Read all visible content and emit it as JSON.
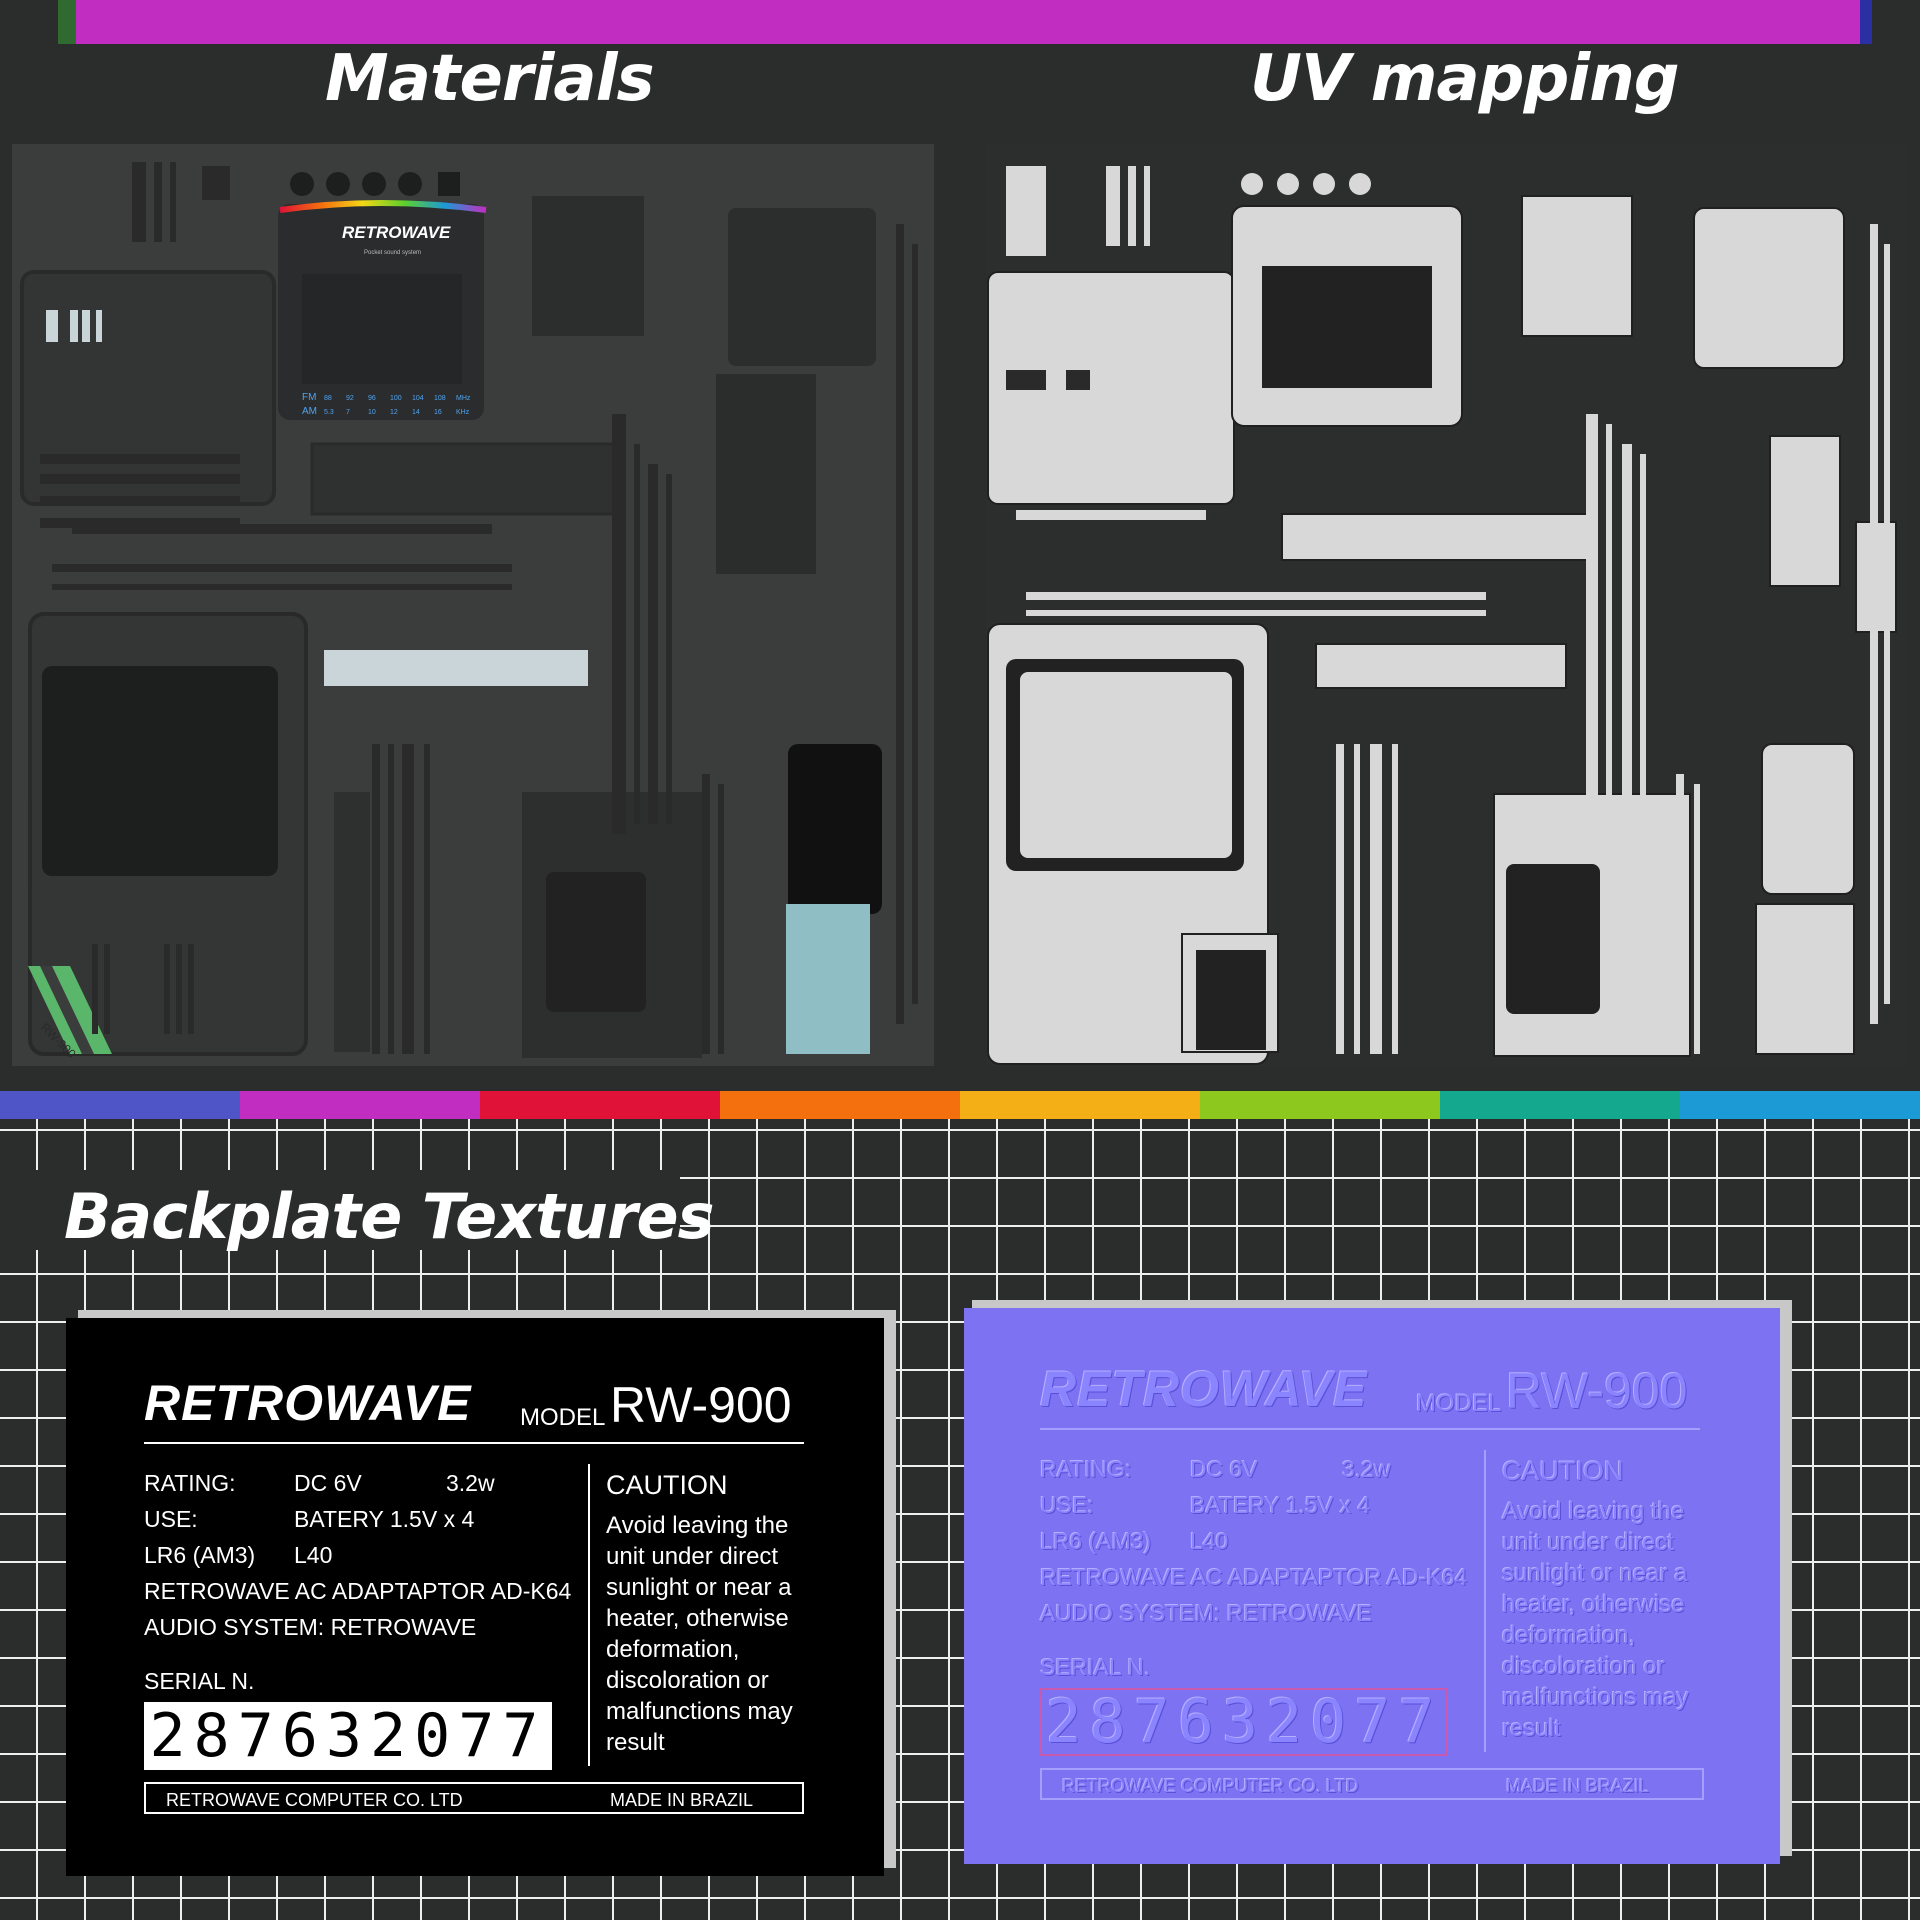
{
  "titles": {
    "materials": "Materials",
    "uv_mapping": "UV mapping",
    "backplate": "Backplate Textures"
  },
  "atlas": {
    "brand": "RETROWAVE",
    "tagline": "Pocket sound system",
    "fm_label": "FM",
    "am_label": "AM",
    "fm_scale": [
      "88",
      "92",
      "96",
      "100",
      "104",
      "108",
      "MHz"
    ],
    "am_scale": [
      "5.3",
      "7",
      "10",
      "12",
      "14",
      "16",
      "KHz"
    ],
    "corner_tag": "RW-900"
  },
  "plate": {
    "brand": "RETROWAVE",
    "model_label": "MODEL",
    "model": "RW-900",
    "rating_label": "RATING:",
    "rating_value": "DC 6V",
    "rating_power": "3.2w",
    "use_label": "USE:",
    "use_value": "BATERY 1.5V x 4",
    "lr6_label": "LR6 (AM3)",
    "lr6_value": "L40",
    "adaptor": "RETROWAVE AC ADAPTAPTOR AD-K64",
    "audio": "AUDIO SYSTEM: RETROWAVE",
    "serial_label": "SERIAL N.",
    "serial": "287632077",
    "caution_title": "CAUTION",
    "caution_text": "Avoid leaving the unit under direct sunlight or near a heater, otherwise deformation, discoloration or malfunctions may result",
    "company": "RETROWAVE COMPUTER CO. LTD",
    "made_in": "MADE IN BRAZIL"
  },
  "colors": {
    "top_bar": "#c22dc1",
    "normal_map": "#7c72f2",
    "rainbow": [
      "#4f55c6",
      "#c22dc1",
      "#e01237",
      "#f46f0e",
      "#f4ae16",
      "#8dc81f",
      "#14a88e",
      "#1c9ad6"
    ]
  }
}
